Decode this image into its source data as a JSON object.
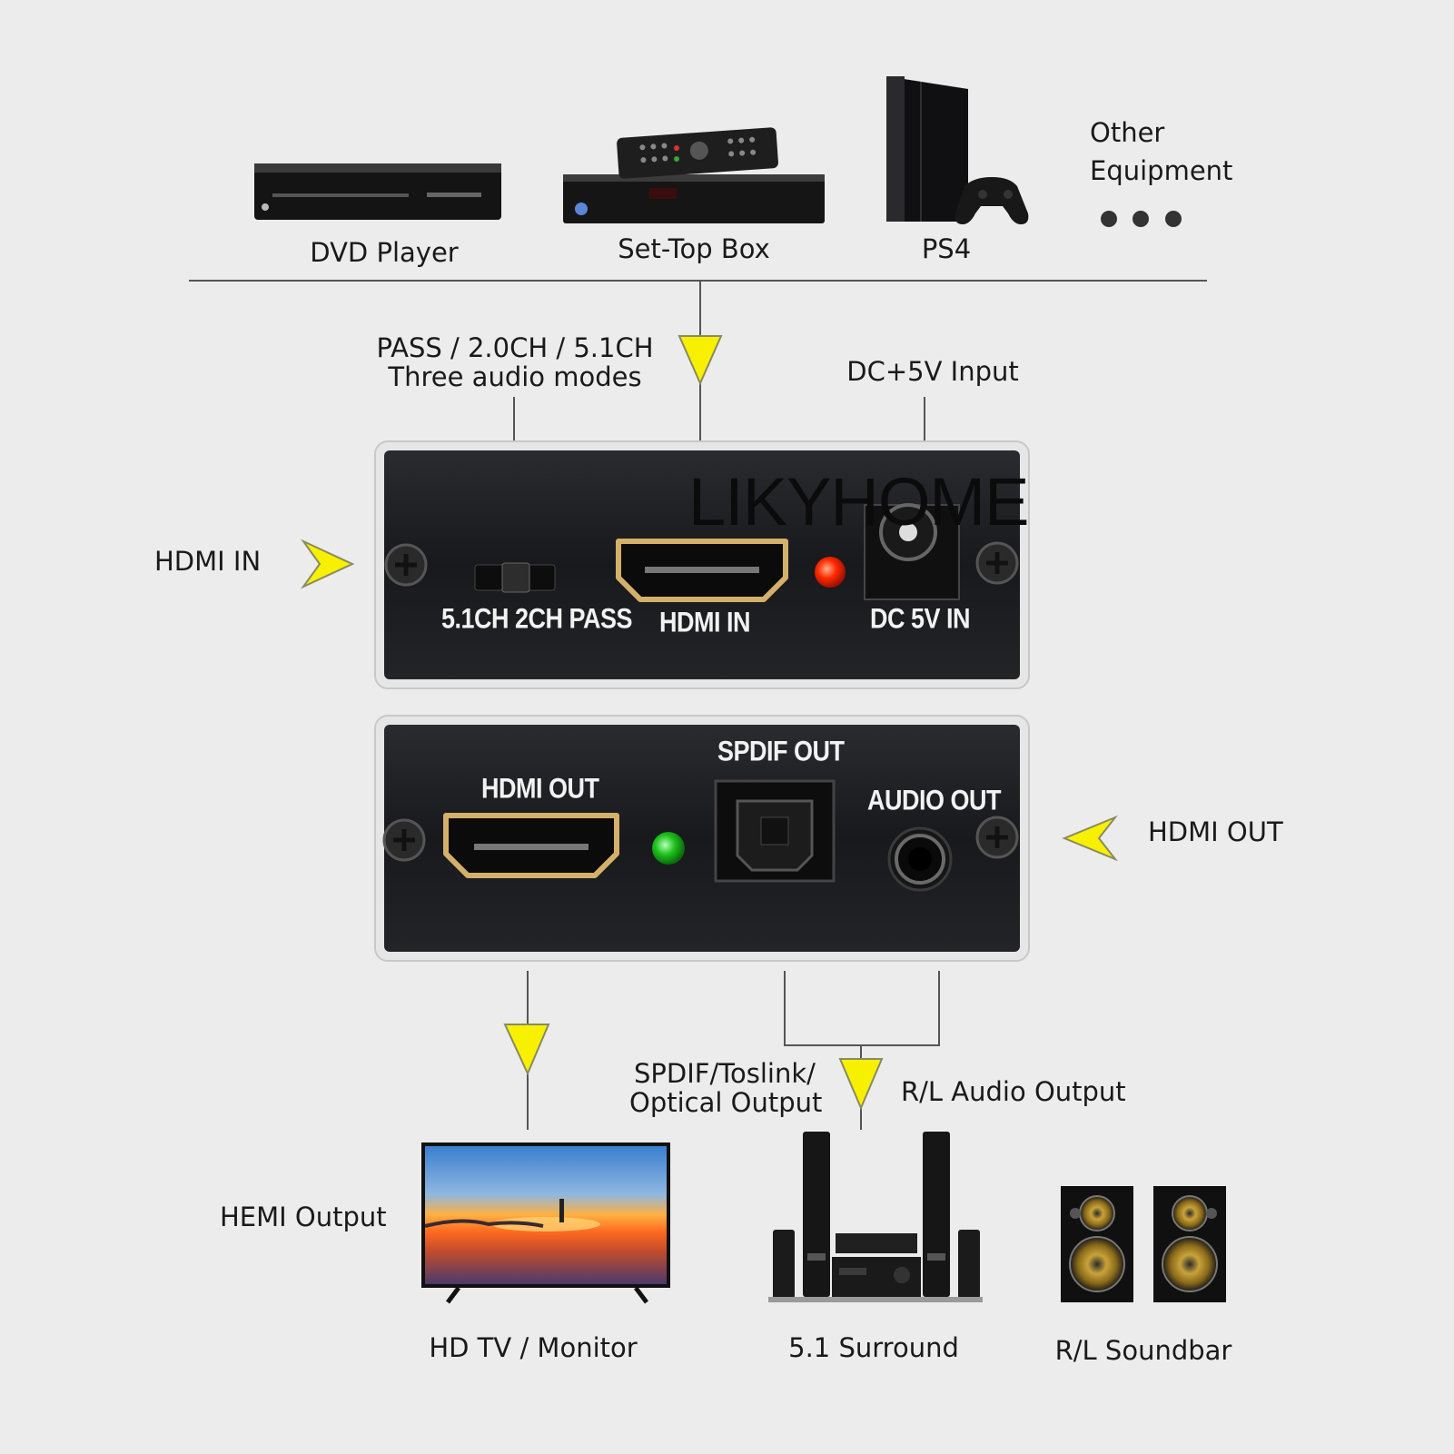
{
  "sources": {
    "dvd_label": "DVD Player",
    "stb_label": "Set-Top Box",
    "ps4_label": "PS4",
    "other_label_line1": "Other",
    "other_label_line2": "Equipment"
  },
  "callouts": {
    "modes_line1": "PASS / 2.0CH / 5.1CH",
    "modes_line2": "Three audio modes",
    "dc_input": "DC+5V Input",
    "hdmi_in": "HDMI IN",
    "hdmi_out": "HDMI OUT",
    "spdif_line1": "SPDIF/Toslink/",
    "spdif_line2": "Optical Output",
    "rl_audio": "R/L Audio Output",
    "hemi_output": "HEMI Output"
  },
  "device": {
    "brand": "LIKYHOME",
    "front": {
      "switch_label": "5.1CH 2CH PASS",
      "hdmi_in_label": "HDMI IN",
      "dc_label": "DC 5V IN"
    },
    "back": {
      "hdmi_out_label": "HDMI OUT",
      "spdif_label": "SPDIF OUT",
      "audio_out_label": "AUDIO OUT"
    }
  },
  "outputs": {
    "tv_label": "HD TV / Monitor",
    "surround_label": "5.1 Surround",
    "soundbar_label": "R/L Soundbar"
  },
  "colors": {
    "arrow": "#f7f000",
    "panel": "#1c1d20",
    "led_red": "#ff2a00",
    "led_green": "#1ec21e",
    "hdmi_gold": "#d4b06a"
  }
}
